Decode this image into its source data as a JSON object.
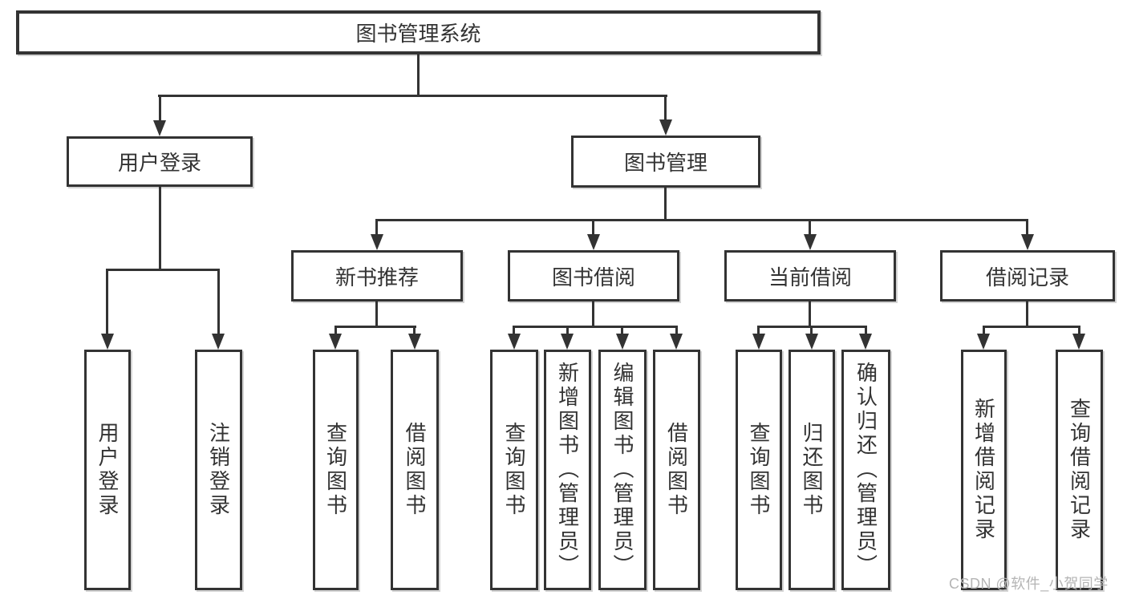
{
  "diagram": {
    "title": "图书管理系统",
    "line_color": "#333333",
    "level2": [
      {
        "label": "用户登录"
      },
      {
        "label": "图书管理"
      }
    ],
    "level3": [
      {
        "label": "新书推荐",
        "parent": "图书管理"
      },
      {
        "label": "图书借阅",
        "parent": "图书管理"
      },
      {
        "label": "当前借阅",
        "parent": "图书管理"
      },
      {
        "label": "借阅记录",
        "parent": "图书管理"
      }
    ],
    "leaves": [
      {
        "label": "用户登录",
        "parent": "用户登录"
      },
      {
        "label": "注销登录",
        "parent": "用户登录"
      },
      {
        "label": "查询图书",
        "parent": "新书推荐"
      },
      {
        "label": "借阅图书",
        "parent": "新书推荐"
      },
      {
        "label": "查询图书",
        "parent": "图书借阅"
      },
      {
        "label": "新增图书（管理员）",
        "parent": "图书借阅"
      },
      {
        "label": "编辑图书（管理员）",
        "parent": "图书借阅"
      },
      {
        "label": "借阅图书",
        "parent": "图书借阅"
      },
      {
        "label": "查询图书",
        "parent": "当前借阅"
      },
      {
        "label": "归还图书",
        "parent": "当前借阅"
      },
      {
        "label": "确认归还（管理员）",
        "parent": "当前借阅"
      },
      {
        "label": "新增借阅记录",
        "parent": "借阅记录"
      },
      {
        "label": "查询借阅记录",
        "parent": "借阅记录"
      }
    ],
    "watermark": {
      "text": "CSDN @软件_小贺同学",
      "color": "#b5b5b5"
    }
  }
}
